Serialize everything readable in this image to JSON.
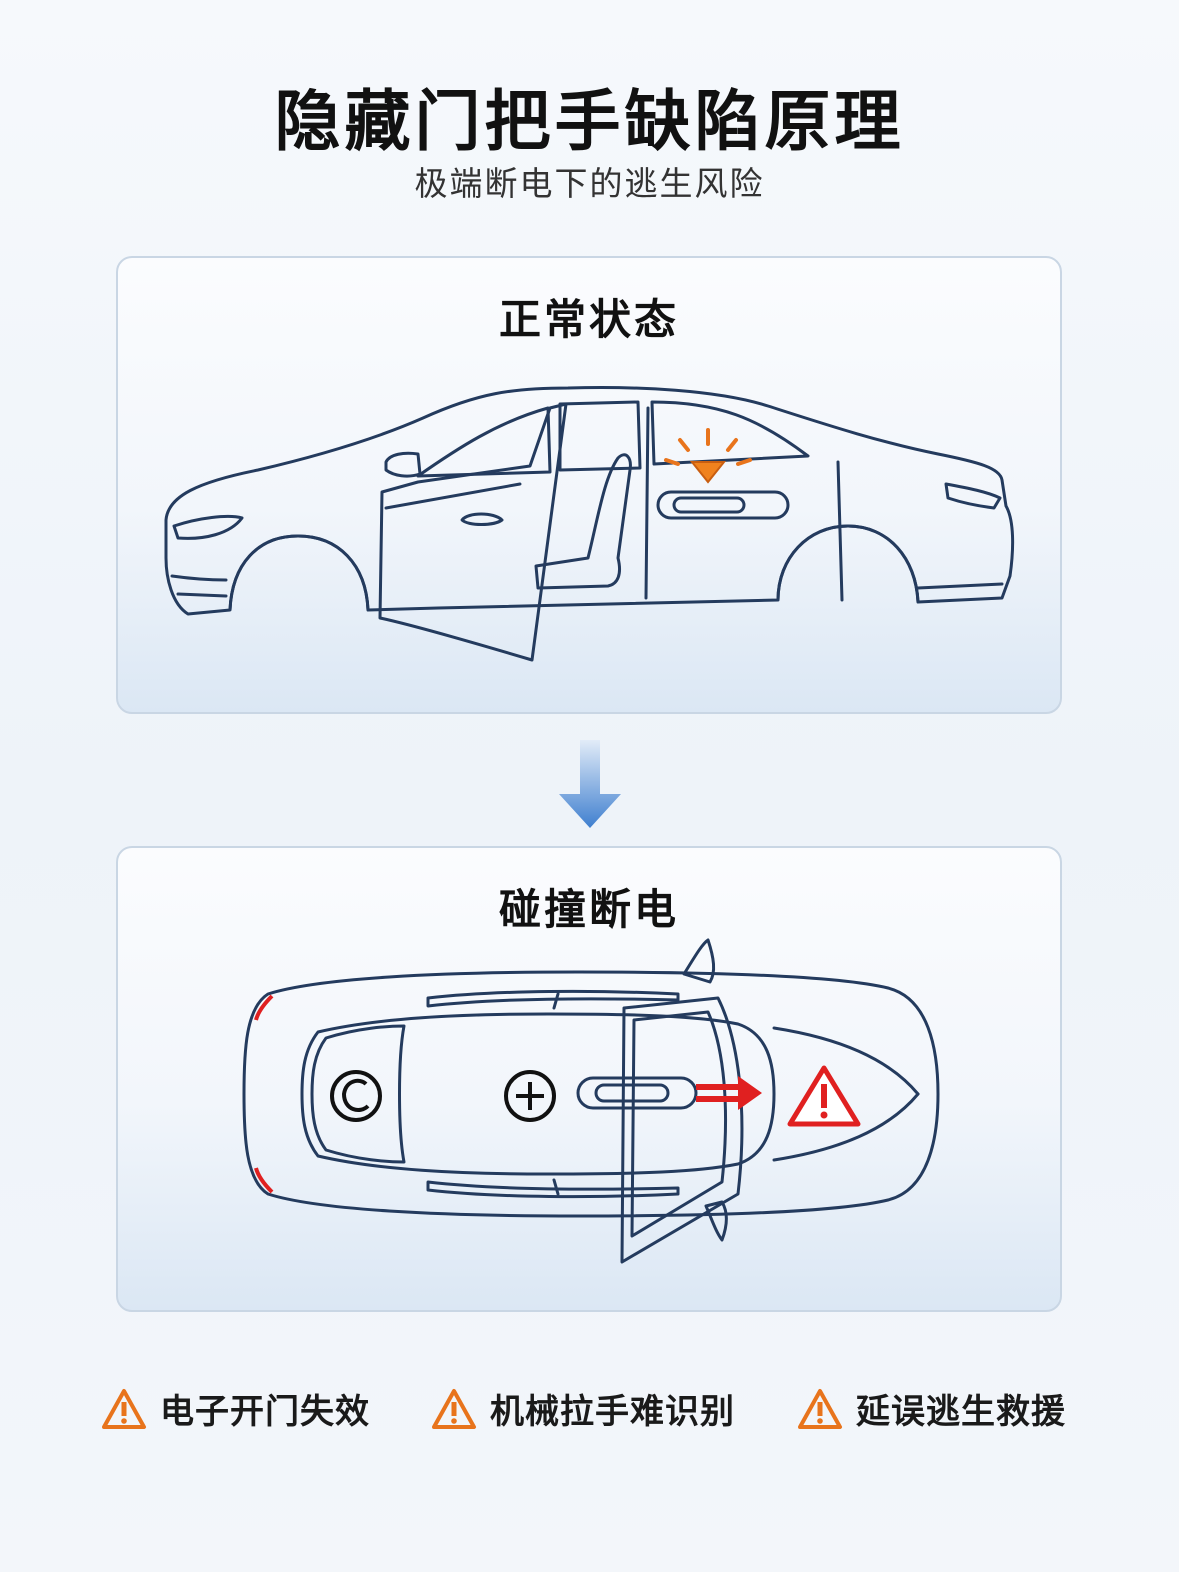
{
  "header": {
    "title": "隐藏门把手缺陷原理",
    "subtitle": "极端断电下的逃生风险"
  },
  "panels": [
    {
      "label": "正常状态"
    },
    {
      "label": "碰撞断电"
    }
  ],
  "warnings": [
    {
      "text": "电子开门失效"
    },
    {
      "text": "机械拉手难识别"
    },
    {
      "text": "延误逃生救援"
    }
  ],
  "colors": {
    "outline": "#243b5e",
    "accent_orange": "#e8741c",
    "alert_red": "#e02020",
    "arrow_blue": "#3f7fcf"
  },
  "icons": [
    "light-glow-icon",
    "copyright-icon",
    "plus-circle-icon",
    "warning-triangle-icon",
    "down-arrow-icon"
  ]
}
